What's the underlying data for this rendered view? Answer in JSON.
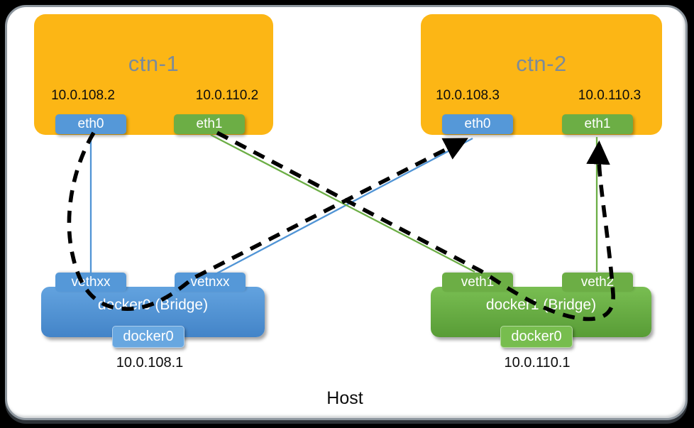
{
  "host": {
    "label": "Host"
  },
  "containers": [
    {
      "title": "ctn-1",
      "interfaces": [
        {
          "label": "eth0",
          "ip": "10.0.108.2",
          "color": "blue"
        },
        {
          "label": "eth1",
          "ip": "10.0.110.2",
          "color": "green"
        }
      ]
    },
    {
      "title": "ctn-2",
      "interfaces": [
        {
          "label": "eth0",
          "ip": "10.0.108.3",
          "color": "blue"
        },
        {
          "label": "eth1",
          "ip": "10.0.110.3",
          "color": "green"
        }
      ]
    }
  ],
  "bridges": [
    {
      "title": "docker0 (Bridge)",
      "device": "docker0",
      "ip": "10.0.108.1",
      "color": "blue",
      "ports": [
        {
          "label": "vethxx"
        },
        {
          "label": "vetnxx"
        }
      ]
    },
    {
      "title": "docker1 (Bridge)",
      "device": "docker0",
      "ip": "10.0.110.1",
      "color": "green",
      "ports": [
        {
          "label": "veth1"
        },
        {
          "label": "veth2"
        }
      ]
    }
  ],
  "links": [
    {
      "from": "ctn-1.eth0",
      "to": "docker0.vethxx",
      "style": "solid",
      "color": "#5094D5"
    },
    {
      "from": "docker0.vetnxx",
      "to": "ctn-2.eth0",
      "style": "solid",
      "color": "#5094D5"
    },
    {
      "from": "ctn-1.eth1",
      "to": "docker1.veth1",
      "style": "solid",
      "color": "#6CAE45"
    },
    {
      "from": "docker1.veth2",
      "to": "ctn-2.eth1",
      "style": "solid",
      "color": "#6CAE45"
    },
    {
      "from": "ctn-1.eth0",
      "to": "ctn-2.eth0",
      "via": "docker0",
      "style": "dashed-arrow",
      "color": "#000000"
    },
    {
      "from": "ctn-1.eth1",
      "to": "ctn-2.eth1",
      "via": "docker1",
      "style": "dashed-arrow",
      "color": "#000000"
    }
  ],
  "colors": {
    "container_fill": "#FCB615",
    "container_title": "#7C8B99",
    "bridge_blue": "#4E90D2",
    "bridge_green": "#64A73F",
    "tab_blue": "#5598D8",
    "tab_green": "#6CAE45",
    "dash": "#000000",
    "host_bg": "#FFFFFF",
    "host_border": "#8D969E"
  }
}
